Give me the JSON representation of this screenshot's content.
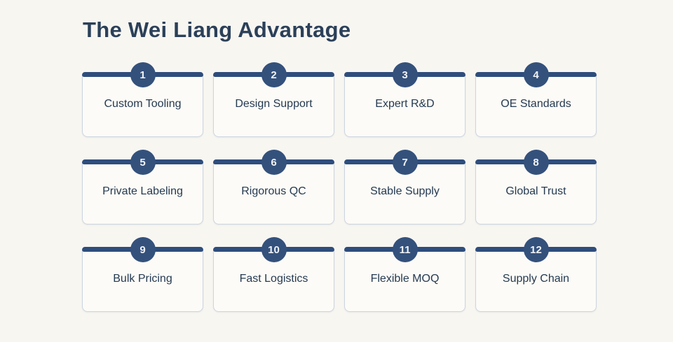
{
  "header": {
    "title": "The Wei Liang Advantage"
  },
  "colors": {
    "page_bg": "#f8f6f1",
    "card_bg": "#fcfbf7",
    "card_border": "#ccd5e1",
    "accent_bar": "#2e4d7c",
    "badge_bg": "#34517c",
    "badge_text": "#f2f4f7",
    "title_text": "#2b4059",
    "label_text": "#253a51"
  },
  "cards": [
    {
      "number": "1",
      "label": "Custom Tooling"
    },
    {
      "number": "2",
      "label": "Design Support"
    },
    {
      "number": "3",
      "label": "Expert R&D"
    },
    {
      "number": "4",
      "label": "OE Standards"
    },
    {
      "number": "5",
      "label": "Private Labeling"
    },
    {
      "number": "6",
      "label": "Rigorous QC"
    },
    {
      "number": "7",
      "label": "Stable Supply"
    },
    {
      "number": "8",
      "label": "Global Trust"
    },
    {
      "number": "9",
      "label": "Bulk Pricing"
    },
    {
      "number": "10",
      "label": "Fast Logistics"
    },
    {
      "number": "11",
      "label": "Flexible MOQ"
    },
    {
      "number": "12",
      "label": "Supply Chain"
    }
  ]
}
